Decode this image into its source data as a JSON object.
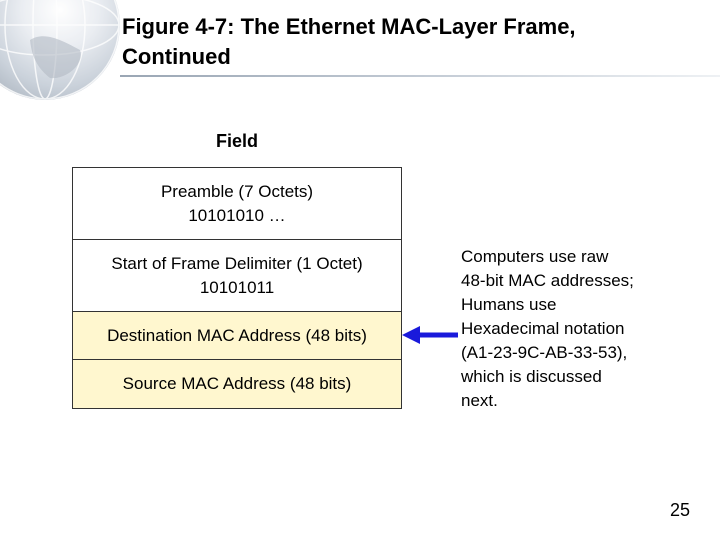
{
  "slide": {
    "title_line1": "Figure 4-7: The Ethernet MAC-Layer Frame,",
    "title_line2": "Continued",
    "field_header": "Field",
    "rows": [
      {
        "line1": "Preamble (7 Octets)",
        "line2": "10101010 …"
      },
      {
        "line1": "Start of Frame Delimiter (1 Octet)",
        "line2": "10101011"
      },
      {
        "line1": "Destination MAC Address (48 bits)"
      },
      {
        "line1": "Source MAC Address (48 bits)"
      }
    ],
    "note": [
      "Computers use raw",
      "48-bit MAC addresses;",
      "Humans use",
      "Hexadecimal notation",
      "(A1-23-9C-AB-33-53),",
      "which is discussed",
      "next."
    ],
    "page_number": "25",
    "colors": {
      "arrow": "#1a1adb",
      "highlight_row": "#fff7cf",
      "border": "#333333"
    },
    "icons": {
      "arrow": "left-arrow-icon",
      "decoration": "globe-icon"
    }
  }
}
